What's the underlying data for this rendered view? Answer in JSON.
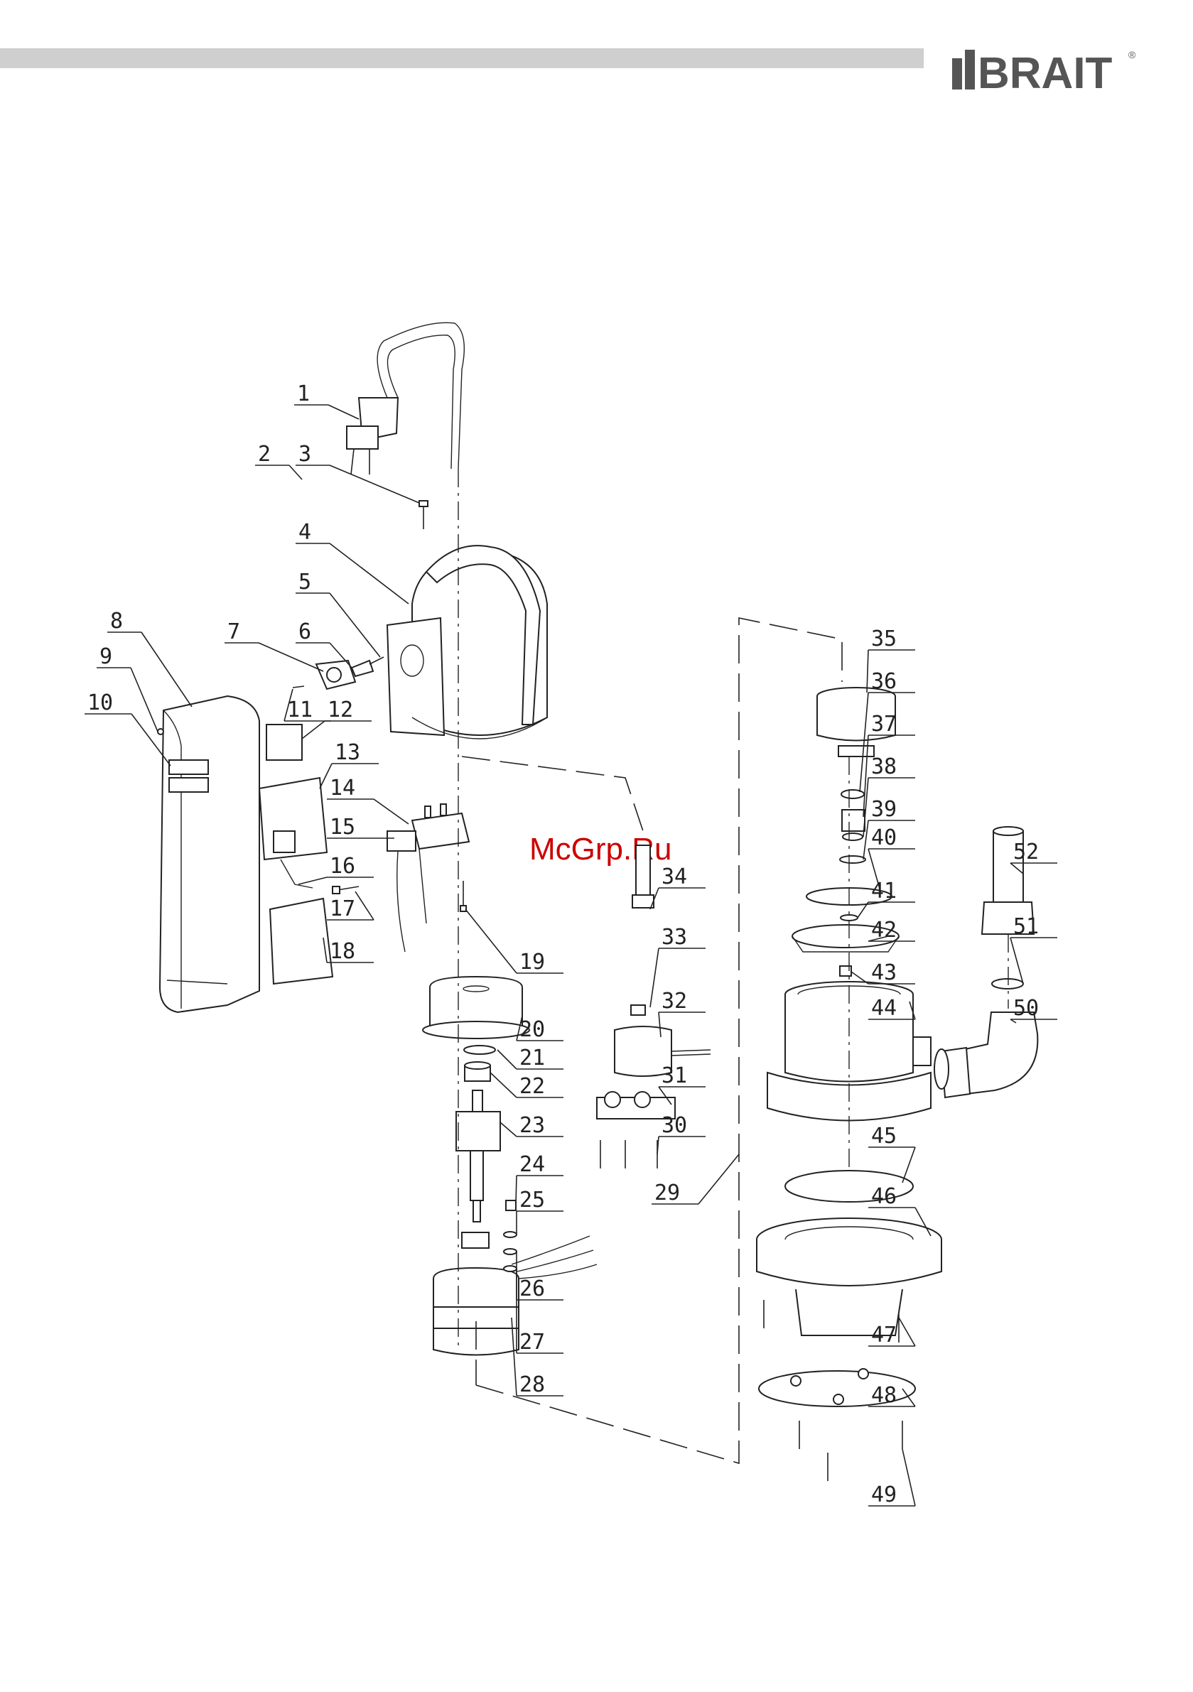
{
  "brand": {
    "name": "BRAIT",
    "reg_mark": "®"
  },
  "watermark": "McGrp.Ru",
  "callouts": [
    {
      "id": "1",
      "label": "1"
    },
    {
      "id": "2",
      "label": "2"
    },
    {
      "id": "3",
      "label": "3"
    },
    {
      "id": "4",
      "label": "4"
    },
    {
      "id": "5",
      "label": "5"
    },
    {
      "id": "6",
      "label": "6"
    },
    {
      "id": "7",
      "label": "7"
    },
    {
      "id": "8",
      "label": "8"
    },
    {
      "id": "9",
      "label": "9"
    },
    {
      "id": "10",
      "label": "10"
    },
    {
      "id": "11",
      "label": "11"
    },
    {
      "id": "12",
      "label": "12"
    },
    {
      "id": "13",
      "label": "13"
    },
    {
      "id": "14",
      "label": "14"
    },
    {
      "id": "15",
      "label": "15"
    },
    {
      "id": "16",
      "label": "16"
    },
    {
      "id": "17",
      "label": "17"
    },
    {
      "id": "18",
      "label": "18"
    },
    {
      "id": "19",
      "label": "19"
    },
    {
      "id": "20",
      "label": "20"
    },
    {
      "id": "21",
      "label": "21"
    },
    {
      "id": "22",
      "label": "22"
    },
    {
      "id": "23",
      "label": "23"
    },
    {
      "id": "24",
      "label": "24"
    },
    {
      "id": "25",
      "label": "25"
    },
    {
      "id": "26",
      "label": "26"
    },
    {
      "id": "27",
      "label": "27"
    },
    {
      "id": "28",
      "label": "28"
    },
    {
      "id": "29",
      "label": "29"
    },
    {
      "id": "30",
      "label": "30"
    },
    {
      "id": "31",
      "label": "31"
    },
    {
      "id": "32",
      "label": "32"
    },
    {
      "id": "33",
      "label": "33"
    },
    {
      "id": "34",
      "label": "34"
    },
    {
      "id": "35",
      "label": "35"
    },
    {
      "id": "36",
      "label": "36"
    },
    {
      "id": "37",
      "label": "37"
    },
    {
      "id": "38",
      "label": "38"
    },
    {
      "id": "39",
      "label": "39"
    },
    {
      "id": "40",
      "label": "40"
    },
    {
      "id": "41",
      "label": "41"
    },
    {
      "id": "42",
      "label": "42"
    },
    {
      "id": "43",
      "label": "43"
    },
    {
      "id": "44",
      "label": "44"
    },
    {
      "id": "45",
      "label": "45"
    },
    {
      "id": "46",
      "label": "46"
    },
    {
      "id": "47",
      "label": "47"
    },
    {
      "id": "48",
      "label": "48"
    },
    {
      "id": "49",
      "label": "49"
    },
    {
      "id": "50",
      "label": "50"
    },
    {
      "id": "51",
      "label": "51"
    },
    {
      "id": "52",
      "label": "52"
    }
  ]
}
